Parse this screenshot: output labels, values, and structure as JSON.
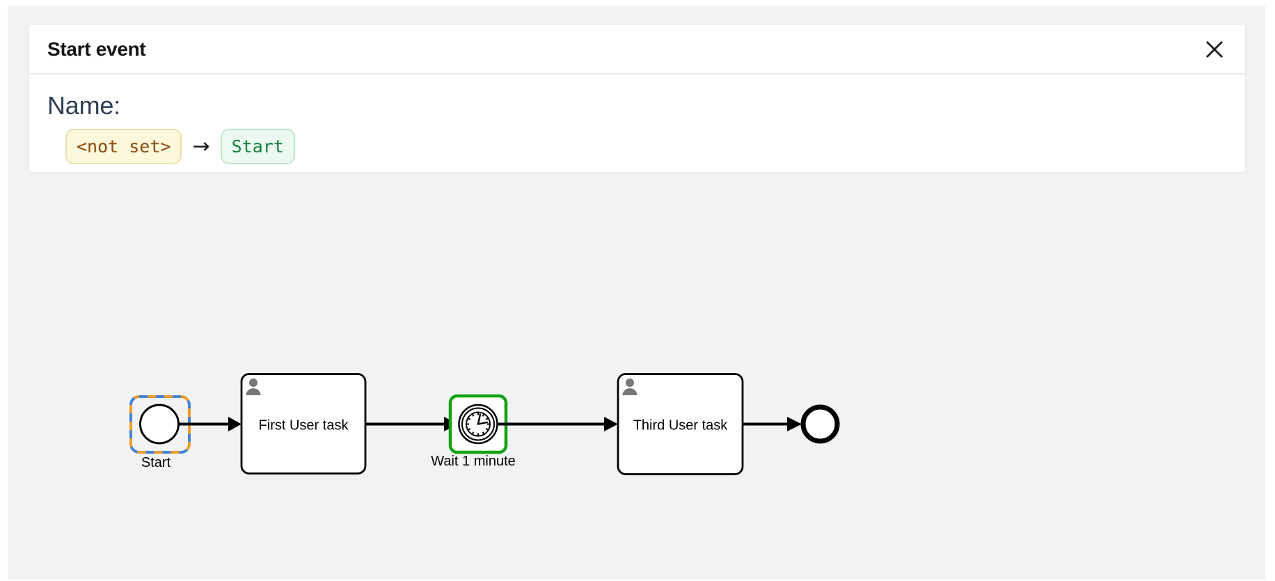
{
  "panel": {
    "title": "Start event",
    "close_icon": "close-x",
    "field_label": "Name:",
    "change": {
      "old_value": "<not set>",
      "arrow": "→",
      "new_value": "Start"
    }
  },
  "diagram": {
    "nodes": [
      {
        "type": "start-event",
        "label": "Start",
        "selected": true
      },
      {
        "type": "user-task",
        "label": "First User task"
      },
      {
        "type": "timer-intermediate-event",
        "label": "Wait 1 minute",
        "highlighted": true
      },
      {
        "type": "user-task",
        "label": "Third User task"
      },
      {
        "type": "end-event",
        "label": ""
      }
    ],
    "flow_count": 4
  },
  "colors": {
    "canvas_bg": "#f1f3f3",
    "selection_dash_orange": "#f09a2c",
    "selection_dash_blue": "#4483d6",
    "highlight_green": "#12a212",
    "badge_removed_text": "#8a4a10",
    "badge_removed_bg": "#fcf6da",
    "badge_removed_border": "#eadfae",
    "badge_added_text": "#157f3c",
    "badge_added_bg": "#ebf9f0",
    "badge_added_border": "#bfe7cc"
  }
}
